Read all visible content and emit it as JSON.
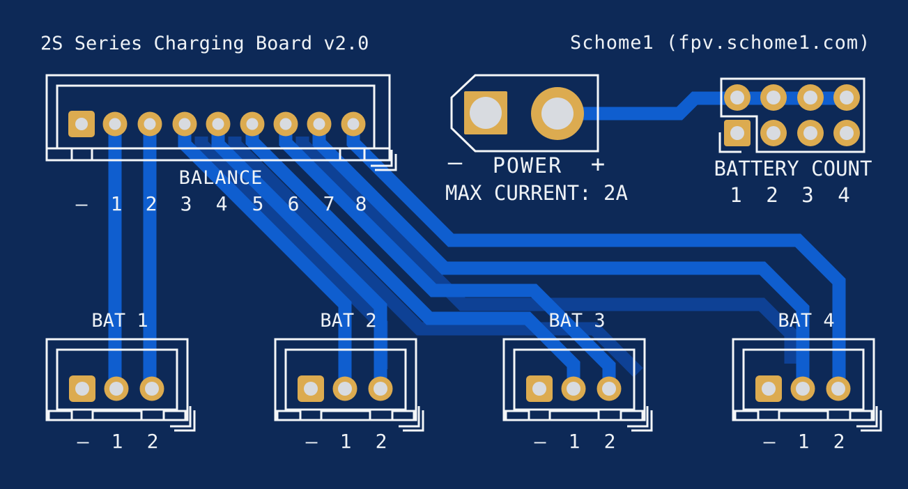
{
  "board": {
    "title": "2S Series Charging Board v2.0",
    "credit": "Schome1 (fpv.schome1.com)",
    "colors": {
      "background": "#0d2957",
      "trace_front_copper": "#0f5ecf",
      "trace_back_copper": "#0e4195",
      "pad_gold": "#dcab50",
      "hole_silver": "#d8dbe0",
      "silkscreen": "#f4f6f8"
    },
    "balance_connector": {
      "label": "BALANCE",
      "pin_labels": [
        "–",
        "1",
        "2",
        "3",
        "4",
        "5",
        "6",
        "7",
        "8"
      ]
    },
    "power_connector": {
      "negative": "–",
      "label": "POWER",
      "positive": "+",
      "note": "MAX CURRENT: 2A"
    },
    "battery_count_selector": {
      "label": "BATTERY COUNT",
      "positions": [
        "1",
        "2",
        "3",
        "4"
      ]
    },
    "battery_connectors": [
      {
        "label": "BAT 1",
        "pin_labels": [
          "–",
          "1",
          "2"
        ]
      },
      {
        "label": "BAT 2",
        "pin_labels": [
          "–",
          "1",
          "2"
        ]
      },
      {
        "label": "BAT 3",
        "pin_labels": [
          "–",
          "1",
          "2"
        ]
      },
      {
        "label": "BAT 4",
        "pin_labels": [
          "–",
          "1",
          "2"
        ]
      }
    ]
  }
}
